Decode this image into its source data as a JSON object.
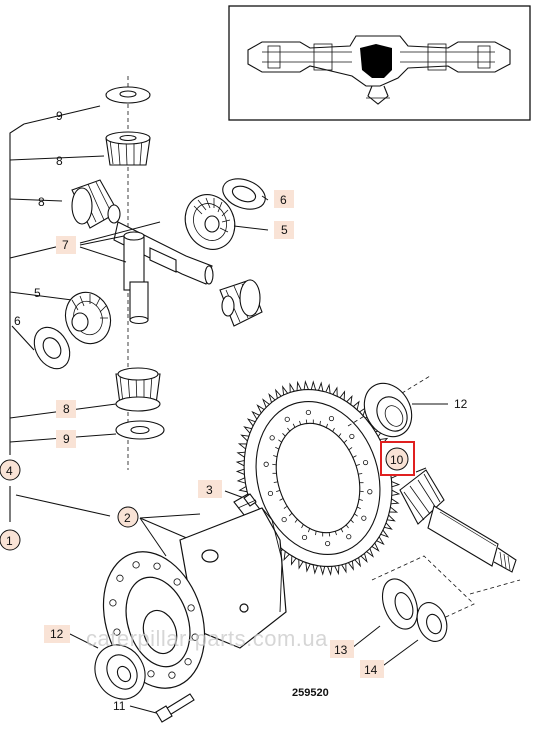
{
  "diagram": {
    "drawing_number": "259520",
    "watermark": "caterpillar-parts.com.ua",
    "highlight_color": "#e02020",
    "label_bg_color": "#f9e3d6",
    "callouts": {
      "c1": "1",
      "c2": "2",
      "c3": "3",
      "c4": "4",
      "c5a": "5",
      "c5b": "5",
      "c6a": "6",
      "c6b": "6",
      "c7": "7",
      "c8a": "8",
      "c8b": "8",
      "c8c": "8",
      "c9a": "9",
      "c9b": "9",
      "c10": "10",
      "c11": "11",
      "c12a": "12",
      "c12b": "12",
      "c13": "13",
      "c14": "14"
    }
  }
}
